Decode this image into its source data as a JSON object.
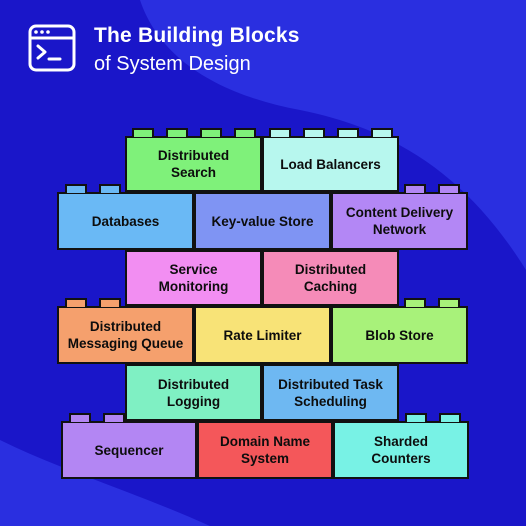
{
  "header": {
    "title": "The Building Blocks",
    "subtitle": "of System Design",
    "logo_icon": "terminal-window-icon"
  },
  "colors": {
    "background": "#1a16c9",
    "background_shape": "#2a2fe0",
    "text": "#ffffff"
  },
  "rows": [
    {
      "bricks": [
        {
          "label": "Distributed\nSearch",
          "color": "#7ff17a",
          "studs": 4
        },
        {
          "label": "Load Balancers",
          "color": "#b7f7ee",
          "studs": 4
        }
      ]
    },
    {
      "bricks": [
        {
          "label": "Databases",
          "color": "#6ab9f5",
          "studs": 2
        },
        {
          "label": "Key-value Store",
          "color": "#7f94f3",
          "studs": 0
        },
        {
          "label": "Content Delivery\nNetwork",
          "color": "#b387f5",
          "studs": 2
        }
      ]
    },
    {
      "bricks": [
        {
          "label": "Service\nMonitoring",
          "color": "#f28ef2",
          "studs": 0
        },
        {
          "label": "Distributed\nCaching",
          "color": "#f58bb8",
          "studs": 0
        }
      ]
    },
    {
      "bricks": [
        {
          "label": "Distributed\nMessaging Queue",
          "color": "#f5a06d",
          "studs": 2
        },
        {
          "label": "Rate Limiter",
          "color": "#f8e377",
          "studs": 0
        },
        {
          "label": "Blob Store",
          "color": "#a8f27a",
          "studs": 2
        }
      ]
    },
    {
      "bricks": [
        {
          "label": "Distributed\nLogging",
          "color": "#7ff0c3",
          "studs": 0
        },
        {
          "label": "Distributed Task\nScheduling",
          "color": "#6eb8f2",
          "studs": 0
        }
      ]
    },
    {
      "bricks": [
        {
          "label": "Sequencer",
          "color": "#b386f3",
          "studs": 2
        },
        {
          "label": "Domain Name\nSystem",
          "color": "#f4575a",
          "studs": 0
        },
        {
          "label": "Sharded\nCounters",
          "color": "#78f2e5",
          "studs": 2
        }
      ]
    }
  ]
}
